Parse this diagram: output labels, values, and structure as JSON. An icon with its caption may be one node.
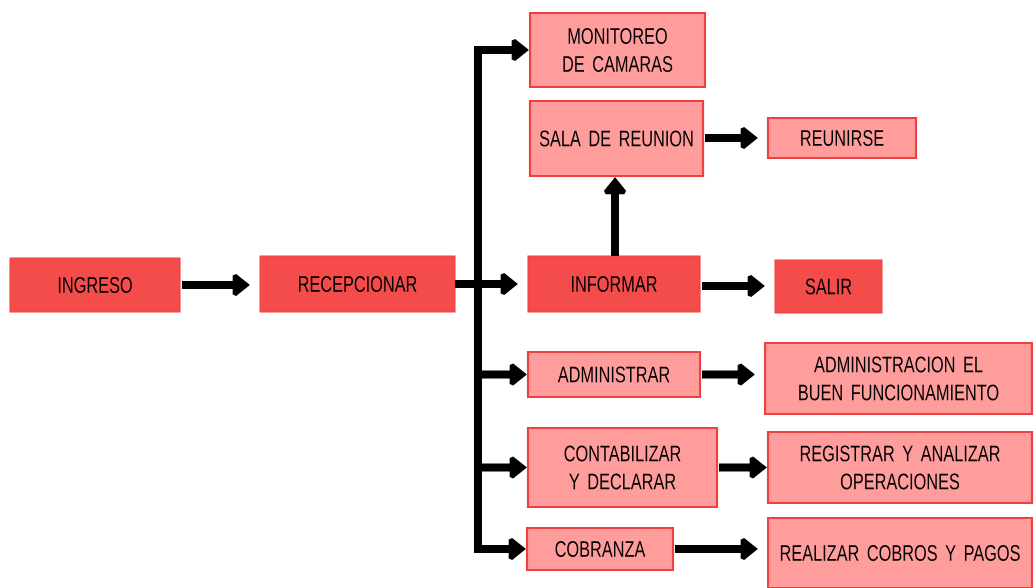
{
  "diagram": {
    "nodes": [
      {
        "text": [
          "INGRESO"
        ]
      },
      {
        "text": [
          "RECEPCIONAR"
        ]
      },
      {
        "text": [
          "MONITOREO DE CAMARAS"
        ]
      },
      {
        "text": [
          "SALA DE REUNION"
        ]
      },
      {
        "text": [
          "REUNIRSE"
        ]
      },
      {
        "text": [
          "INFORMAR"
        ]
      },
      {
        "text": [
          "SALIR"
        ]
      },
      {
        "text": [
          "ADMINISTRAR"
        ]
      },
      {
        "text": [
          "ADMINISTRACION EL BUEN FUNCIONAMIENTO"
        ]
      },
      {
        "text": [
          "CONTABILIZAR Y DECLARAR"
        ]
      },
      {
        "text": [
          "REGISTRAR Y ANALIZAR OPERACIONES"
        ]
      },
      {
        "text": [
          "COBRANZA"
        ]
      },
      {
        "text": [
          "REALIZAR COBROS Y PAGOS"
        ]
      }
    ],
    "edges": [
      {
        "from": 0,
        "to": 1,
        "arrow": "to"
      },
      {
        "from": 1,
        "to": 2,
        "arrow": "to"
      },
      {
        "from": 1,
        "to": 5,
        "arrow": "to"
      },
      {
        "from": 1,
        "to": 7,
        "arrow": "to"
      },
      {
        "from": 1,
        "to": 9,
        "arrow": "to"
      },
      {
        "from": 1,
        "to": 11,
        "arrow": "to"
      },
      {
        "from": 5,
        "to": 3,
        "arrow": "to"
      },
      {
        "from": 3,
        "to": 4,
        "arrow": "to"
      },
      {
        "from": 5,
        "to": 6,
        "arrow": "to"
      },
      {
        "from": 7,
        "to": 8,
        "arrow": "to"
      },
      {
        "from": 9,
        "to": 10,
        "arrow": "to"
      },
      {
        "from": 11,
        "to": 12,
        "arrow": "to"
      }
    ]
  }
}
